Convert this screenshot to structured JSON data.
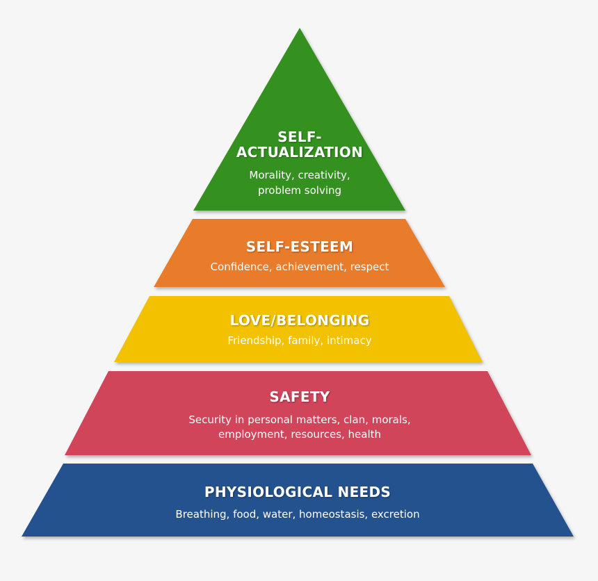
{
  "pyramid": {
    "levels": [
      {
        "title_line1": "SELF-",
        "title_line2": "ACTUALIZATION",
        "desc_line1": "Morality, creativity,",
        "desc_line2": "problem solving",
        "color": "#34911f"
      },
      {
        "title": "SELF-ESTEEM",
        "desc": "Confidence, achievement, respect",
        "color": "#e97c2b"
      },
      {
        "title": "LOVE/BELONGING",
        "desc": "Friendship, family, intimacy",
        "color": "#f2c200"
      },
      {
        "title": "SAFETY",
        "desc_line1": "Security in personal matters, clan, morals,",
        "desc_line2": "employment, resources, health",
        "color": "#d0455a"
      },
      {
        "title": "PHYSIOLOGICAL NEEDS",
        "desc": "Breathing, food, water, homeostasis, excretion",
        "color": "#24528f"
      }
    ]
  }
}
